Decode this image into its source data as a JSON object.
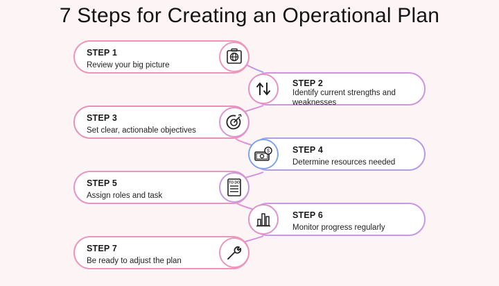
{
  "title": "7 Steps for Creating an Operational Plan",
  "colors": {
    "background": "#fdf4f6",
    "gradient_pink": "#f29ac4",
    "gradient_blue": "#7ea4ea",
    "text": "#1a1a1a"
  },
  "steps": [
    {
      "label": "STEP 1",
      "description": "Review your big picture",
      "icon": "globe-screen-icon"
    },
    {
      "label": "STEP 2",
      "description": "Identify current strengths and weaknesses",
      "icon": "up-down-arrows-icon"
    },
    {
      "label": "STEP 3",
      "description": "Set clear, actionable objectives",
      "icon": "target-icon"
    },
    {
      "label": "STEP 4",
      "description": "Determine resources needed",
      "icon": "money-coins-icon"
    },
    {
      "label": "STEP 5",
      "description": "Assign roles and task",
      "icon": "todo-list-icon"
    },
    {
      "label": "STEP 6",
      "description": "Monitor progress regularly",
      "icon": "bar-chart-icon"
    },
    {
      "label": "STEP 7",
      "description": "Be ready to adjust the plan",
      "icon": "wrench-icon"
    }
  ],
  "todo_text": "TO DO"
}
